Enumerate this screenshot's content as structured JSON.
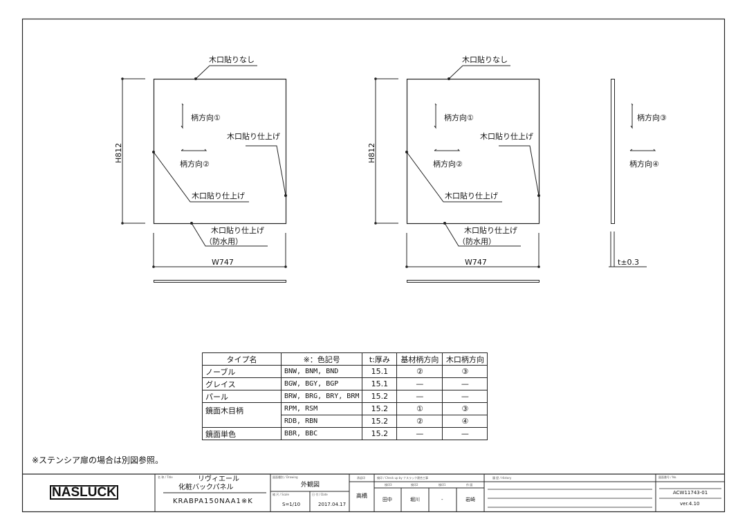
{
  "panels": [
    {
      "top_label": "木口貼りなし",
      "grain1": "柄方向①",
      "right_label": "木口貼り仕上げ",
      "grain2": "柄方向②",
      "left_label": "木口貼り仕上げ",
      "bottom_label": "木口貼り仕上げ",
      "bottom_sub": "（防水用）",
      "height": "H812",
      "width": "W747"
    },
    {
      "top_label": "木口貼りなし",
      "grain1": "柄方向①",
      "right_label": "木口貼り仕上げ",
      "grain2": "柄方向②",
      "left_label": "木口貼り仕上げ",
      "bottom_label": "木口貼り仕上げ",
      "bottom_sub": "（防水用）",
      "height": "H812",
      "width": "W747"
    }
  ],
  "side": {
    "grain3": "柄方向③",
    "grain4": "柄方向④",
    "thickness": "t±0.3"
  },
  "table": {
    "headers": [
      "タイプ名",
      "※：色記号",
      "t:厚み",
      "基材柄方向",
      "木口柄方向"
    ],
    "rows": [
      [
        "ノーブル",
        "BNW, BNM, BND",
        "15.1",
        "②",
        "③"
      ],
      [
        "グレイス",
        "BGW, BGY, BGP",
        "15.1",
        "—",
        "—"
      ],
      [
        "パール",
        "BRW, BRG, BRY, BRM",
        "15.2",
        "—",
        "—"
      ],
      [
        "鏡面木目柄",
        "RPM, RSM",
        "15.2",
        "①",
        "③"
      ],
      [
        "",
        "RDB, RBN",
        "15.2",
        "②",
        "④"
      ],
      [
        "鏡面単色",
        "BBR, BBC",
        "15.2",
        "—",
        "—"
      ]
    ]
  },
  "note": "※ステンシア扉の場合は別図参照。",
  "title_block": {
    "logo": "NASLUCK",
    "title_label": "名 称 / Title",
    "title1": "リヴィエール",
    "title2": "化粧バックパネル",
    "model": "KRABPA150NAA1※K",
    "drawing_label": "図面種別 / Drawing",
    "drawing": "外観図",
    "scale_label": "縮 尺 / Scale",
    "scale": "S=1/10",
    "date_label": "日 付 / Date",
    "date": "2017.04.17",
    "approve_label": "承認印",
    "approver": "高橋",
    "check_label": "検印 / Check up by ナスラック建合工事",
    "check_cols": [
      "検印3",
      "検印2",
      "検印1",
      "作 図"
    ],
    "check_vals": [
      "田中",
      "堀川",
      "-",
      "岩崎"
    ],
    "history_label": "履 歴 / History",
    "no_label": "図面番号 / No.",
    "number": "ACW11743-01",
    "version": "ver.4.10"
  }
}
